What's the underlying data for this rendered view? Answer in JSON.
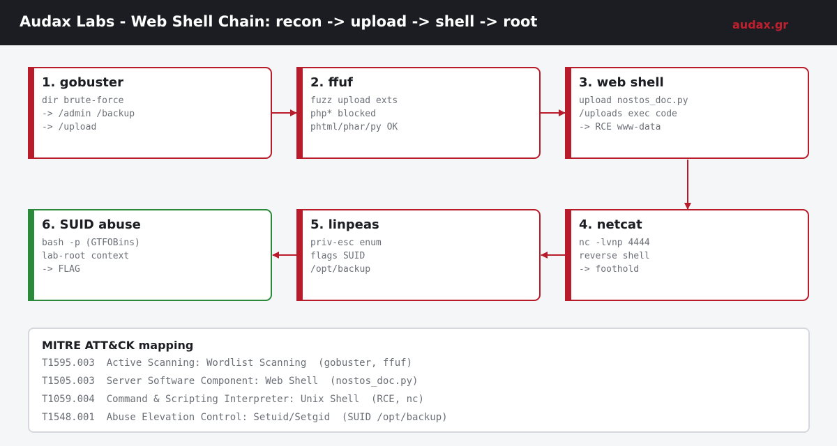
{
  "header": {
    "title": "Audax Labs - Web Shell Chain: recon -> upload -> shell -> root",
    "brand": "audax.gr"
  },
  "colors": {
    "accent": "#b81c2b",
    "success": "#2a8a3a",
    "header_bg": "#1b1d22",
    "page_bg": "#f5f6f8"
  },
  "steps": [
    {
      "title": "1. gobuster",
      "lines": [
        "dir brute-force",
        "-> /admin /backup",
        "-> /upload"
      ]
    },
    {
      "title": "2. ffuf",
      "lines": [
        "fuzz upload exts",
        "php* blocked",
        "phtml/phar/py OK"
      ]
    },
    {
      "title": "3. web shell",
      "lines": [
        "upload nostos_doc.py",
        "/uploads exec code",
        "-> RCE www-data"
      ]
    },
    {
      "title": "4. netcat",
      "lines": [
        "nc -lvnp 4444",
        "reverse shell",
        "-> foothold"
      ]
    },
    {
      "title": "5. linpeas",
      "lines": [
        "priv-esc enum",
        "flags SUID",
        "/opt/backup"
      ]
    },
    {
      "title": "6. SUID abuse",
      "lines": [
        "bash -p (GTFOBins)",
        "lab-root context",
        "-> FLAG"
      ]
    }
  ],
  "mitre": {
    "title": "MITRE ATT&CK mapping",
    "rows": [
      "T1595.003  Active Scanning: Wordlist Scanning  (gobuster, ffuf)",
      "T1505.003  Server Software Component: Web Shell  (nostos_doc.py)",
      "T1059.004  Command & Scripting Interpreter: Unix Shell  (RCE, nc)",
      "T1548.001  Abuse Elevation Control: Setuid/Setgid  (SUID /opt/backup)"
    ]
  }
}
